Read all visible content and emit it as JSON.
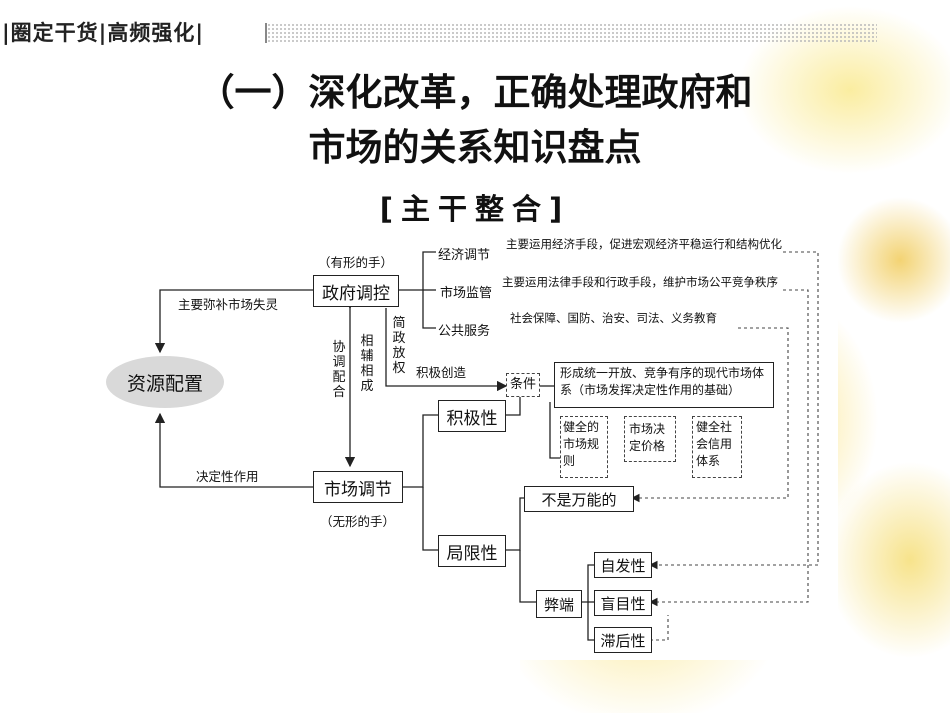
{
  "header": {
    "label": "|圈定干货|高频强化|"
  },
  "title": {
    "line1": "（一）深化改革，正确处理政府和",
    "line2": "市场的关系知识盘点"
  },
  "subtitle": "[主干整合]",
  "diagram": {
    "resource": "资源配置",
    "gov": {
      "label": "政府调控",
      "tag": "（有形的手）"
    },
    "market": {
      "label": "市场调节",
      "tag": "（无形的手）"
    },
    "left_top_arrow": "主要弥补市场失灵",
    "left_bottom_arrow": "决定性作用",
    "coord": "协调配合",
    "mutual": "相辅相成",
    "simplify": "简政放权",
    "active_create": "积极创造",
    "gov_items": [
      {
        "name": "经济调节",
        "desc": "主要运用经济手段，促进宏观经济平稳运行和结构优化"
      },
      {
        "name": "市场监管",
        "desc": "主要运用法律手段和行政手段，维护市场公平竞争秩序"
      },
      {
        "name": "公共服务",
        "desc": "社会保障、国防、治安、司法、义务教育"
      }
    ],
    "condition": "条件",
    "condition_desc": "形成统一开放、竞争有序的现代市场体系（市场发挥决定性作用的基础）",
    "positive": "积极性",
    "limit": "局限性",
    "cond_items": [
      "健全的市场规则",
      "市场决定价格",
      "健全社会信用体系"
    ],
    "not_all": "不是万能的",
    "drawback": "弊端",
    "drawback_items": [
      "自发性",
      "盲目性",
      "滞后性"
    ]
  }
}
